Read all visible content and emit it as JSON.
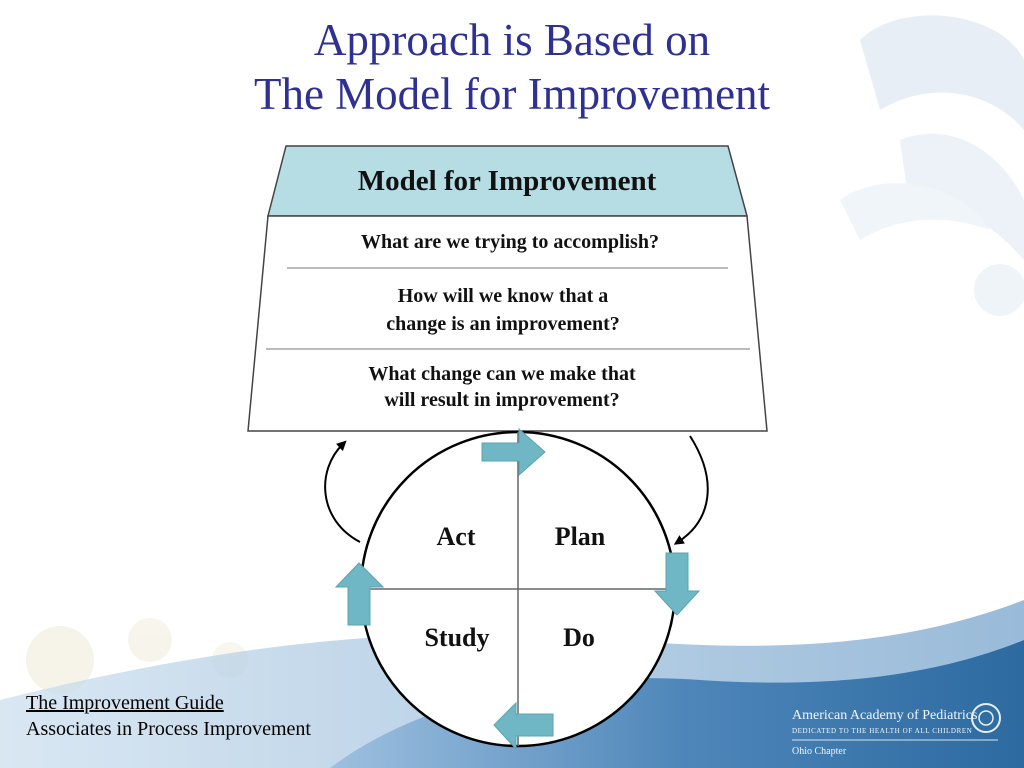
{
  "slide": {
    "title_line1": "Approach is Based on",
    "title_line2": "The Model for Improvement"
  },
  "model": {
    "header": "Model for Improvement",
    "q1": "What are we trying to accomplish?",
    "q2_line1": "How will we know that a",
    "q2_line2": "change is an improvement?",
    "q3_line1": "What change can we make that",
    "q3_line2": "will result in improvement?"
  },
  "pdsa": {
    "act": "Act",
    "plan": "Plan",
    "study": "Study",
    "do": "Do"
  },
  "footer": {
    "line1": "The Improvement Guide",
    "line2": "Associates in Process Improvement"
  },
  "logo": {
    "org": "American Academy of Pediatrics",
    "tagline": "DEDICATED TO THE HEALTH OF ALL CHILDREN",
    "chapter": "Ohio Chapter"
  },
  "colors": {
    "title": "#2e3192",
    "header_fill": "#b6dde3",
    "arrow_fill": "#6fb7c4",
    "wave_dark": "#2f6ea0",
    "wave_light": "#8db6d8"
  }
}
